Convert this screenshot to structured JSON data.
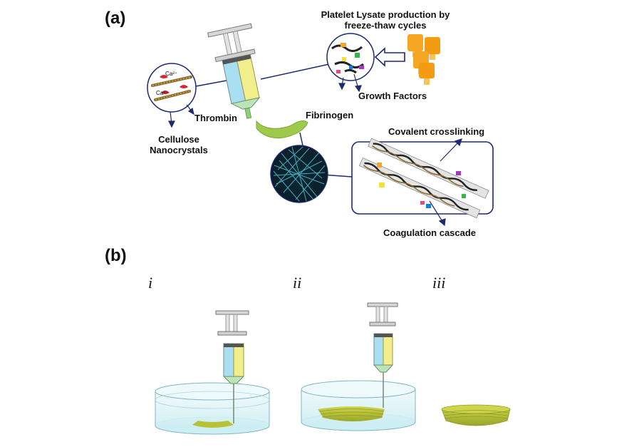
{
  "panels": {
    "a": "(a)",
    "b": "(b)"
  },
  "labels": {
    "platelet_line1": "Platelet Lysate production by",
    "platelet_line2": "freeze-thaw cycles",
    "growth_factors": "Growth Factors",
    "thrombin": "Thrombin",
    "fibrinogen": "Fibrinogen",
    "cellulose_line1": "Cellulose",
    "cellulose_line2": "Nanocrystals",
    "covalent": "Covalent crosslinking",
    "coagulation": "Coagulation cascade",
    "ca_top": "Ca²⁺",
    "ca_bottom": "Ca²⁺"
  },
  "steps": [
    "i",
    "ii",
    "iii"
  ],
  "colors": {
    "syringe_blue": "#a9dff0",
    "syringe_yellow": "#f3ee8c",
    "hydrogel_green": "#9ec94a",
    "scaffold_olive": "#b7c234",
    "bath_blue": "#dff3f6",
    "callout_border": "#1e2a6e",
    "bag_orange": "#f5a623"
  }
}
